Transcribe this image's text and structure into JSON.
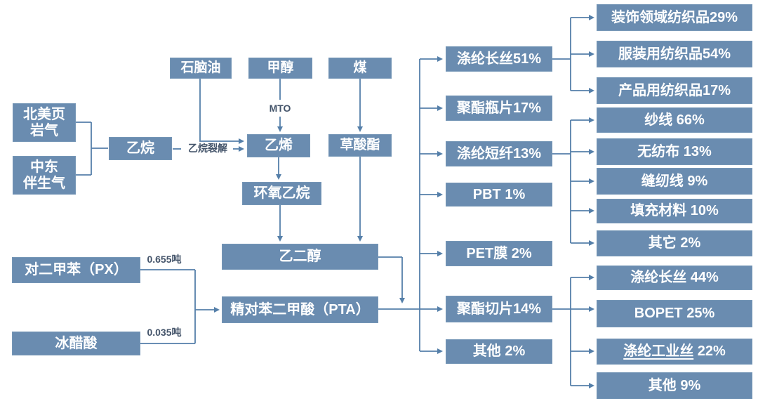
{
  "colors": {
    "node_fill": "#6a8cb0",
    "connector": "#557fa9",
    "annotation_text": "#44546a",
    "node_text": "#ffffff"
  },
  "nodes": {
    "shale_gas": {
      "label": "北美页\n岩气"
    },
    "assoc_gas": {
      "label": "中东\n伴生气"
    },
    "ethane": {
      "label": "乙烷"
    },
    "naphtha": {
      "label": "石脑油"
    },
    "methanol": {
      "label": "甲醇"
    },
    "coal": {
      "label": "煤"
    },
    "ethylene": {
      "label": "乙烯"
    },
    "oxalate": {
      "label": "草酸酯"
    },
    "eo": {
      "label": "环氧乙烷"
    },
    "meg": {
      "label": "乙二醇"
    },
    "pta": {
      "label": "精对苯二甲酸（PTA）"
    },
    "px": {
      "label": "对二甲苯（PX）"
    },
    "acetic": {
      "label": "冰醋酸"
    },
    "filament51": {
      "label": "涤纶长丝51%"
    },
    "bottle17": {
      "label": "聚酯瓶片17%"
    },
    "staple13": {
      "label": "涤纶短纤13%"
    },
    "pbt1": {
      "label": "PBT 1%"
    },
    "petfilm2": {
      "label": "PET膜 2%"
    },
    "chip14": {
      "label": "聚酯切片14%"
    },
    "other2": {
      "label": "其他 2%"
    },
    "deco29": {
      "label": "装饰领域纺织品29%"
    },
    "apparel54": {
      "label": "服装用纺织品54%"
    },
    "product17": {
      "label": "产品用纺织品17%"
    },
    "yarn66": {
      "label": "纱线 66%"
    },
    "nonwoven13": {
      "label": "无纺布 13%"
    },
    "sewing9": {
      "label": "缝纫线 9%"
    },
    "filling10": {
      "label": "填充材料 10%"
    },
    "others_it2": {
      "label": "其它 2%"
    },
    "filament44": {
      "label": "涤纶长丝 44%"
    },
    "bopet25": {
      "label": "BOPET 25%"
    },
    "industrial22": {
      "name": "涤纶工业丝",
      "pct": " 22%"
    },
    "other9": {
      "label": "其他 9%"
    }
  },
  "annotations": {
    "mto": "MTO",
    "cracking": "乙烷裂解",
    "px_yield": "0.655吨",
    "acetic_yield": "0.035吨"
  },
  "edges": [
    {
      "from": "shale_gas",
      "to": "ethane"
    },
    {
      "from": "assoc_gas",
      "to": "ethane"
    },
    {
      "from": "ethane",
      "to": "ethylene",
      "label": "乙烷裂解"
    },
    {
      "from": "naphtha",
      "to": "ethylene"
    },
    {
      "from": "methanol",
      "to": "ethylene",
      "label": "MTO"
    },
    {
      "from": "coal",
      "to": "oxalate"
    },
    {
      "from": "ethylene",
      "to": "eo"
    },
    {
      "from": "eo",
      "to": "meg"
    },
    {
      "from": "oxalate",
      "to": "meg"
    },
    {
      "from": "px",
      "to": "pta",
      "label": "0.655吨"
    },
    {
      "from": "acetic",
      "to": "pta",
      "label": "0.035吨"
    },
    {
      "from": "meg",
      "to": "downstream-trunk"
    },
    {
      "from": "pta",
      "to": "downstream-trunk"
    },
    {
      "from": "downstream-trunk",
      "to": "filament51"
    },
    {
      "from": "downstream-trunk",
      "to": "bottle17"
    },
    {
      "from": "downstream-trunk",
      "to": "staple13"
    },
    {
      "from": "downstream-trunk",
      "to": "pbt1"
    },
    {
      "from": "downstream-trunk",
      "to": "petfilm2"
    },
    {
      "from": "downstream-trunk",
      "to": "chip14"
    },
    {
      "from": "downstream-trunk",
      "to": "other2"
    },
    {
      "from": "filament51",
      "to": "deco29"
    },
    {
      "from": "filament51",
      "to": "apparel54"
    },
    {
      "from": "filament51",
      "to": "product17"
    },
    {
      "from": "staple13",
      "to": "yarn66"
    },
    {
      "from": "staple13",
      "to": "nonwoven13"
    },
    {
      "from": "staple13",
      "to": "sewing9"
    },
    {
      "from": "staple13",
      "to": "filling10"
    },
    {
      "from": "staple13",
      "to": "others_it2"
    },
    {
      "from": "chip14",
      "to": "filament44"
    },
    {
      "from": "chip14",
      "to": "bopet25"
    },
    {
      "from": "chip14",
      "to": "industrial22"
    },
    {
      "from": "chip14",
      "to": "other9"
    }
  ]
}
